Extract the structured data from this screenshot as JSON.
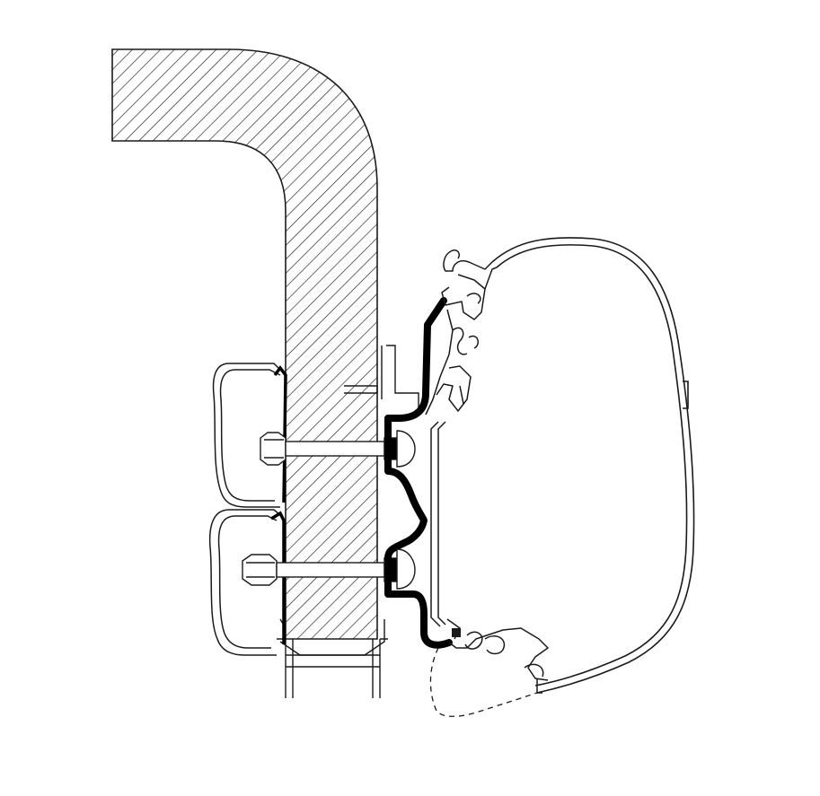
{
  "diagram": {
    "kind": "technical cross-section line drawing",
    "labels": [],
    "colors": {
      "background": "#ffffff",
      "line": "#1a1a1a",
      "adapter_fill": "#000000",
      "hatch": "#1a1a1a"
    },
    "components": [
      "roof-wall-hatched-section",
      "adapter-rail-black-profile",
      "awning-cassette-housing",
      "upper-clamp-bracket",
      "lower-clamp-bracket",
      "upper-bolt",
      "lower-bolt",
      "lower-rail-profile",
      "dashed-awning-outline"
    ]
  }
}
